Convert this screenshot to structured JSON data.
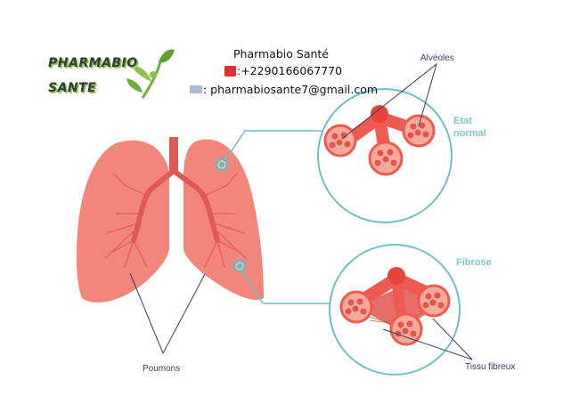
{
  "header": {
    "logo": {
      "line1": "PHARMABIO",
      "line2": "SANTE",
      "icon": "leaf-person-icon"
    },
    "contact": {
      "name": "Pharmabio Santé",
      "phone_icon": "phone-icon",
      "phone": ":+2290166067770",
      "email_icon": "email-icon",
      "email": ": pharmabiosante7@gmail.com"
    }
  },
  "diagram": {
    "labels": {
      "alveoles": "Alvéoles",
      "etat_normal_line1": "Etat",
      "etat_normal_line2": "normal",
      "fibrose": "Fibrose",
      "poumons": "Poumons",
      "tissu_fibreux": "Tissu fibreux"
    },
    "colors": {
      "lung": "#f2867a",
      "bronchi": "#e05a55",
      "alveoli": "#ef5a50",
      "alveoli_light": "#f7a99a",
      "teal": "#6fbfc4",
      "label_dark": "#3b3a6b"
    }
  }
}
